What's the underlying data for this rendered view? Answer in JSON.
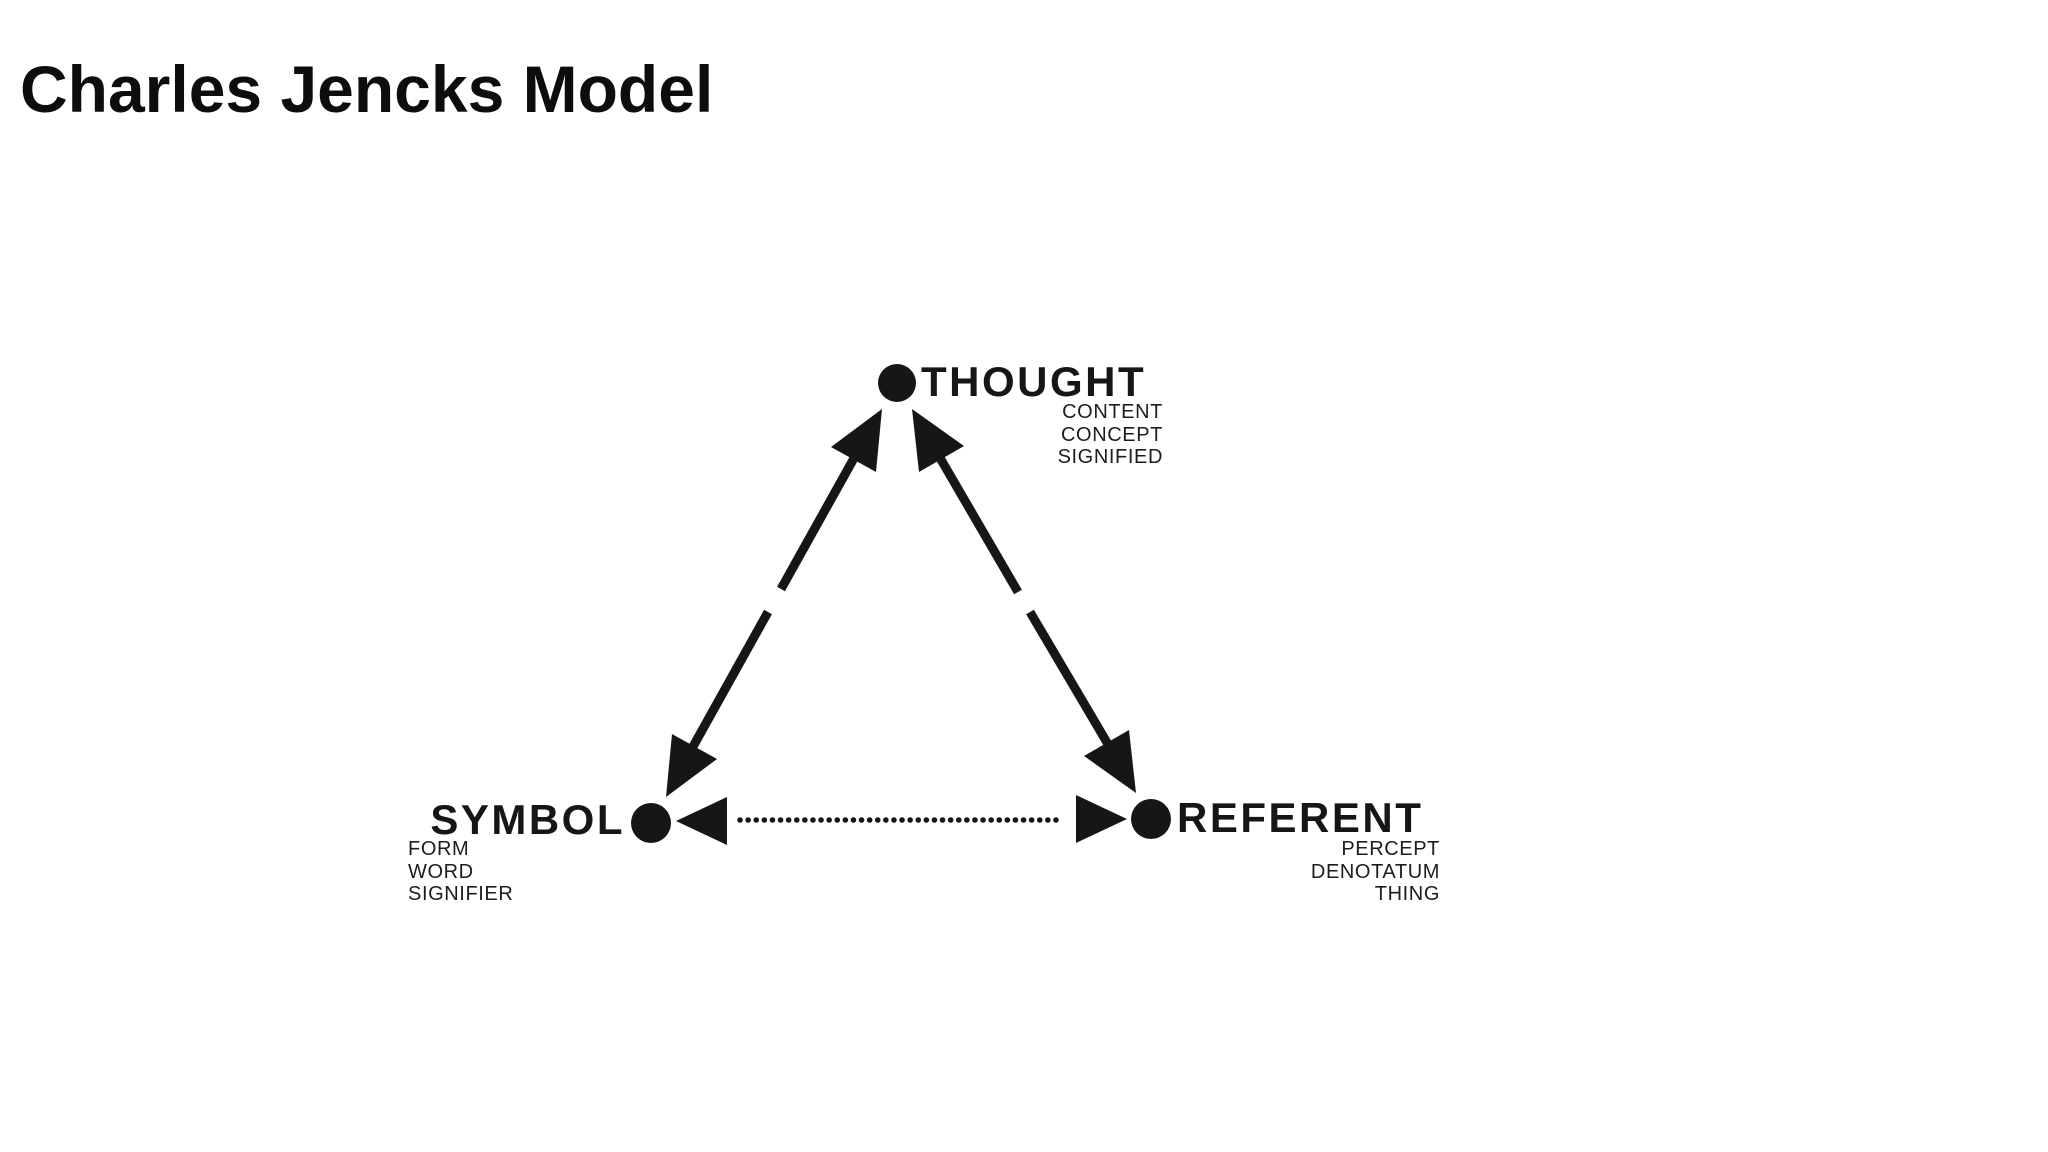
{
  "title": "Charles Jencks Model",
  "diagram": {
    "type": "semiotic-triangle",
    "ink_color": "#161616",
    "background": "#ffffff",
    "nodes": {
      "thought": {
        "label": "THOUGHT",
        "position": "top",
        "aliases": [
          "CONTENT",
          "CONCEPT",
          "SIGNIFIED"
        ]
      },
      "symbol": {
        "label": "SYMBOL",
        "position": "bottom-left",
        "aliases": [
          "FORM",
          "WORD",
          "SIGNIFIER"
        ]
      },
      "referent": {
        "label": "REFERENT",
        "position": "bottom-right",
        "aliases": [
          "PERCEPT",
          "DENOTATUM",
          "THING"
        ]
      }
    },
    "edges": [
      {
        "from": "symbol",
        "to": "thought",
        "style": "solid",
        "direction": "both"
      },
      {
        "from": "thought",
        "to": "referent",
        "style": "solid",
        "direction": "both"
      },
      {
        "from": "symbol",
        "to": "referent",
        "style": "dotted",
        "direction": "both"
      }
    ]
  }
}
